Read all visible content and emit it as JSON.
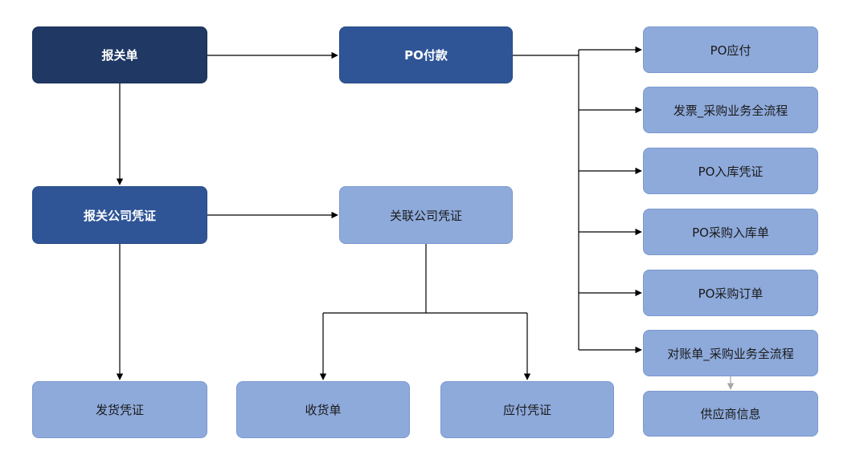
{
  "nodes": {
    "customs_declaration": "报关单",
    "po_payment": "PO付款",
    "customs_company_voucher": "报关公司凭证",
    "related_company_voucher": "关联公司凭证",
    "shipping_voucher": "发货凭证",
    "receipt": "收货单",
    "payable_voucher": "应付凭证",
    "po_payable": "PO应付",
    "invoice_flow": "发票_采购业务全流程",
    "po_instock_voucher": "PO入库凭证",
    "po_instock_order": "PO采购入库单",
    "po_purchase_order": "PO采购订单",
    "statement_flow": "对账单_采购业务全流程",
    "supplier_info": "供应商信息"
  },
  "colors": {
    "dark_node": "#1f3864",
    "mid_node": "#2f5597",
    "light_node": "#8eaadb",
    "connector": "#000000",
    "connector_faint": "#a6a6a6"
  }
}
